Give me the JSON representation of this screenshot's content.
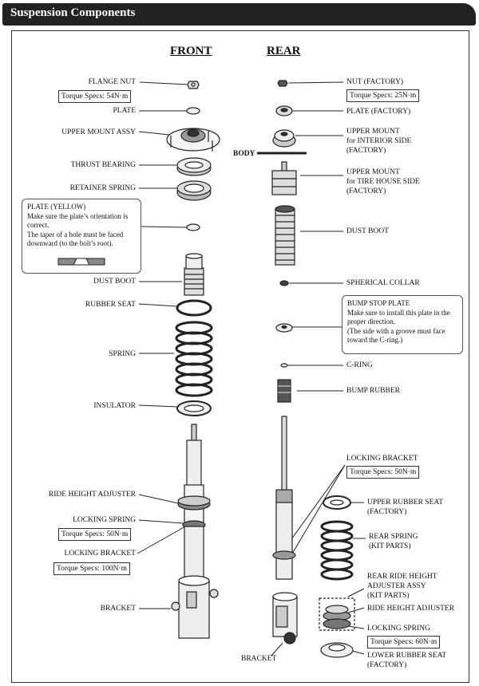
{
  "title": "Suspension Components",
  "headers": {
    "front": "FRONT",
    "rear": "REAR"
  },
  "front": {
    "flange_nut": "FLANGE NUT",
    "torque_flange": "Torque Specs: 54N·m",
    "plate": "PLATE",
    "upper_mount": "UPPER MOUNT ASSY",
    "thrust_bearing": "THRUST BEARING",
    "retainer_spring": "RETAINER SPRING",
    "note_title": "PLATE (YELLOW)",
    "note_l1": "Make sure the plate’s orientation is",
    "note_l2": "correct.",
    "note_l3": "The taper of a hole must be faced",
    "note_l4": "downward (to the bolt’s root).",
    "dust_boot": "DUST BOOT",
    "rubber_seat": "RUBBER SEAT",
    "spring": "SPRING",
    "insulator": "INSULATOR",
    "ride_height": "RIDE HEIGHT ADJUSTER",
    "locking_spring": "LOCKING SPRING",
    "torque_lock_spring": "Torque Specs: 50N·m",
    "locking_bracket": "LOCKING BRACKET",
    "torque_lock_bracket": "Torque Specs: 100N·m",
    "bracket": "BRACKET"
  },
  "rear": {
    "nut": "NUT (FACTORY)",
    "torque_nut": "Torque Specs: 25N·m",
    "plate": "PLATE (FACTORY)",
    "upper_mount_int_1": "UPPER MOUNT",
    "upper_mount_int_2": "for INTERIOR SIDE",
    "upper_mount_int_3": "(FACTORY)",
    "body": "BODY",
    "upper_mount_tire_1": "UPPER MOUNT",
    "upper_mount_tire_2": "for TIRE HOUSE SIDE",
    "upper_mount_tire_3": "(FACTORY)",
    "dust_boot": "DUST BOOT",
    "spherical_collar": "SPHERICAL COLLAR",
    "bump_note_title": "BUMP STOP PLATE",
    "bump_note_l1": "Make sure to install this plate in the",
    "bump_note_l2": "proper direction.",
    "bump_note_l3": "(The side with a groove must face",
    "bump_note_l4": "toward the C-ring.)",
    "c_ring": "C-RING",
    "bump_rubber": "BUMP RUBBER",
    "locking_bracket": "LOCKING BRACKET",
    "torque_lock_bracket": "Torque Specs: 50N·m",
    "upper_rubber_seat_1": "UPPER RUBBER SEAT",
    "upper_rubber_seat_2": "(FACTORY)",
    "rear_spring_1": "REAR SPRING",
    "rear_spring_2": "(KIT PARTS)",
    "rear_rh_assy_1": "REAR RIDE HEIGHT",
    "rear_rh_assy_2": "ADJUSTER ASSY",
    "rear_rh_assy_3": "(KIT PARTS)",
    "ride_height": "RIDE HEIGHT ADJUSTER",
    "locking_spring": "LOCKING SPRING",
    "torque_lock_spring": "Torque Specs: 60N·m",
    "lower_rubber_seat_1": "LOWER RUBBER SEAT",
    "lower_rubber_seat_2": "(FACTORY)",
    "bracket": "BRACKET"
  }
}
